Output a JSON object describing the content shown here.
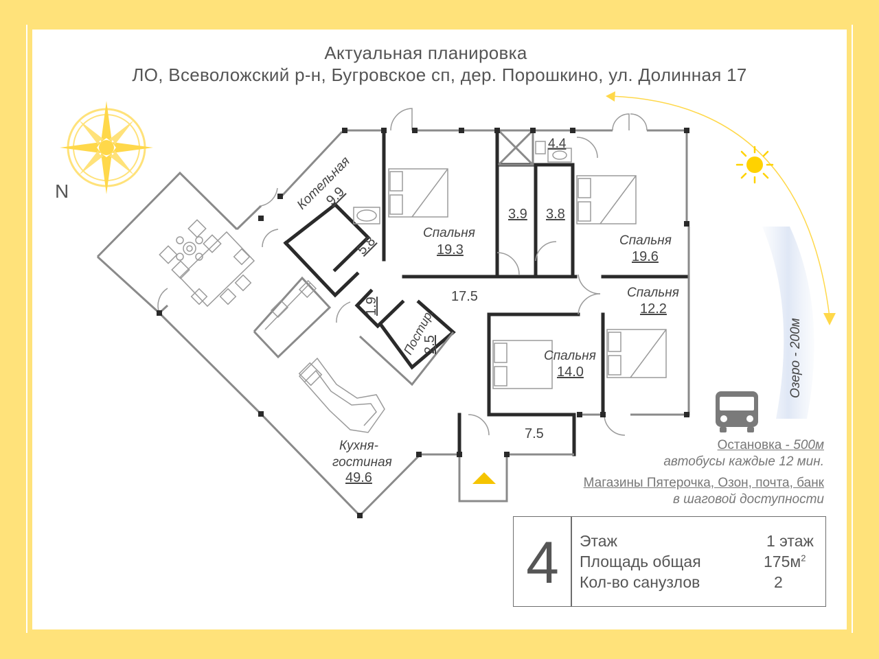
{
  "header": {
    "line1": "Актуальная планировка",
    "line2": "ЛО, Всеволожский р-н, Бугровское сп, дер. Порошкино, ул. Долинная 17"
  },
  "compass": {
    "label": "N",
    "icon": "compass-rose-icon"
  },
  "sun": {
    "icon": "sun-icon"
  },
  "lake": {
    "label": "Озеро - 200м"
  },
  "rooms": {
    "boiler": {
      "name": "Котельная",
      "area": "9.9"
    },
    "bath_small": {
      "area": "5.8"
    },
    "bedroom1": {
      "name": "Спальня",
      "area": "19.3"
    },
    "closet1": {
      "area": "3.9"
    },
    "closet2": {
      "area": "3.8"
    },
    "wc": {
      "area": "4.4"
    },
    "bedroom2": {
      "name": "Спальня",
      "area": "19.6"
    },
    "bedroom3": {
      "name": "Спальня",
      "area": "12.2"
    },
    "hall": {
      "area": "17.5"
    },
    "storage": {
      "area": "1.9"
    },
    "laundry": {
      "name": "Постир.",
      "area": "2.5"
    },
    "bedroom4": {
      "name": "Спальня",
      "area": "14.0"
    },
    "entry": {
      "area": "7.5"
    },
    "living": {
      "name1": "Кухня-",
      "name2": "гостиная",
      "area": "49.6"
    }
  },
  "transport": {
    "icon": "bus-icon",
    "stop_label": "Остановка - ",
    "stop_distance": "500м",
    "stop_note": "автобусы каждые 12 мин.",
    "shops_label": "Магазины Пятерочка, Озон, почта, банк",
    "shops_note": "в шаговой доступности"
  },
  "info": {
    "number": "4",
    "rows": [
      {
        "label": "Этаж",
        "value": "1 этаж"
      },
      {
        "label": "Площадь общая",
        "value": "175м",
        "sup": "2"
      },
      {
        "label": "Кол-во санузлов",
        "value": "2"
      }
    ]
  },
  "colors": {
    "accent": "#ffe27a",
    "sun": "#f5c400",
    "wall": "#2a2a2a",
    "thin": "#8a8a8a",
    "text": "#555555"
  }
}
